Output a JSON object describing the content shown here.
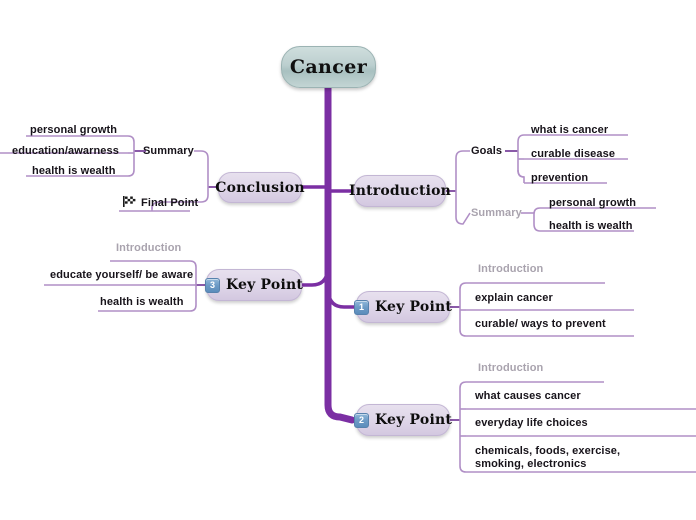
{
  "canvas": {
    "background": "#ffffff",
    "trunk_color": "#7b2fa3",
    "wire_color": "#b08fc6",
    "accent_muted": "#a9a3ae"
  },
  "root": {
    "label": "Cancer",
    "name": "root-node"
  },
  "branches": {
    "introduction": {
      "label": "Introduction",
      "groups": [
        {
          "label": "Goals",
          "muted": false,
          "leaves": [
            "what is cancer",
            "curable disease",
            "prevention"
          ]
        },
        {
          "label": "Summary",
          "muted": true,
          "leaves": [
            "personal growth",
            "health is wealth"
          ]
        }
      ]
    },
    "key_point_1": {
      "label": "Key Point",
      "badge": "1",
      "groups": [
        {
          "label": "Introduction",
          "muted": true,
          "leaves": [
            "explain cancer",
            "curable/ ways to prevent"
          ]
        }
      ]
    },
    "key_point_2": {
      "label": "Key Point",
      "badge": "2",
      "groups": [
        {
          "label": "Introduction",
          "muted": true,
          "leaves": [
            "what causes cancer",
            "everyday life choices",
            "chemicals, foods, exercise, smoking, electronics"
          ]
        }
      ]
    },
    "conclusion": {
      "label": "Conclusion",
      "groups": [
        {
          "label": "Summary",
          "muted": false,
          "leaves": [
            "personal growth",
            "education/awarness",
            "health is wealth"
          ]
        },
        {
          "label": "Final Point",
          "muted": false,
          "icon": "checkered-flag-icon",
          "leaves": []
        }
      ]
    },
    "key_point_3": {
      "label": "Key Point",
      "badge": "3",
      "groups": [
        {
          "label": "Introduction",
          "muted": true,
          "leaves": [
            "educate yourself/ be aware",
            "health is wealth"
          ]
        }
      ]
    }
  }
}
